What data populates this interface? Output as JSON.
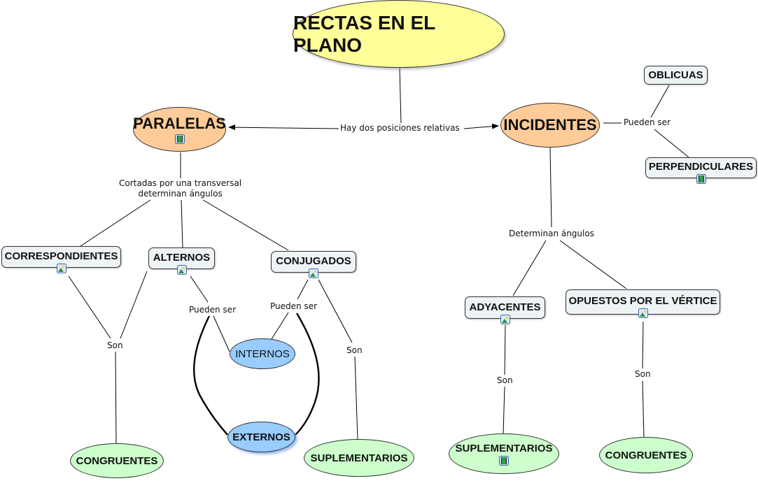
{
  "title": "RECTAS EN EL PLANO",
  "colors": {
    "title_fill": "#ffff99",
    "main_concept_fill": "#ffcc99",
    "angle_type_fill": "#eef3f5",
    "position_fill": "#99ccff",
    "result_fill": "#ccffcc",
    "line": "#000000"
  },
  "concepts": {
    "title": "RECTAS EN EL PLANO",
    "paralelas": "PARALELAS",
    "incidentes": "INCIDENTES",
    "oblicuas": "OBLICUAS",
    "perpendiculares": "PERPENDICULARES",
    "correspondientes": "CORRESPONDIENTES",
    "alternos": "ALTERNOS",
    "conjugados": "CONJUGADOS",
    "internos": "INTERNOS",
    "externos": "EXTERNOS",
    "adyacentes": "ADYACENTES",
    "opuestos": "OPUESTOS POR EL VÉRTICE",
    "congruentes_1": "CONGRUENTES",
    "suplementarios_1": "SUPLEMENTARIOS",
    "suplementarios_2": "SUPLEMENTARIOS",
    "congruentes_2": "CONGRUENTES"
  },
  "linking_phrases": {
    "hay_dos": "Hay dos posiciones relativas",
    "cortadas_line1": "Cortadas por una transversal",
    "cortadas_line2": "determinan ángulos",
    "pueden_ser_incidentes": "Pueden ser",
    "determinan": "Determinan ángulos",
    "son_corr_alt": "Son",
    "pueden_ser_alternos": "Pueden ser",
    "pueden_ser_conjugados": "Pueden ser",
    "son_conjugados": "Son",
    "son_adyacentes": "Son",
    "son_opuestos": "Son"
  },
  "resource_icons": {
    "paralelas": "video-icon",
    "perpendiculares": "video-icon",
    "correspondientes": "image-icon",
    "alternos": "image-icon",
    "conjugados": "image-icon",
    "adyacentes": "image-icon",
    "opuestos": "image-icon",
    "suplementarios_2": "video-icon"
  }
}
